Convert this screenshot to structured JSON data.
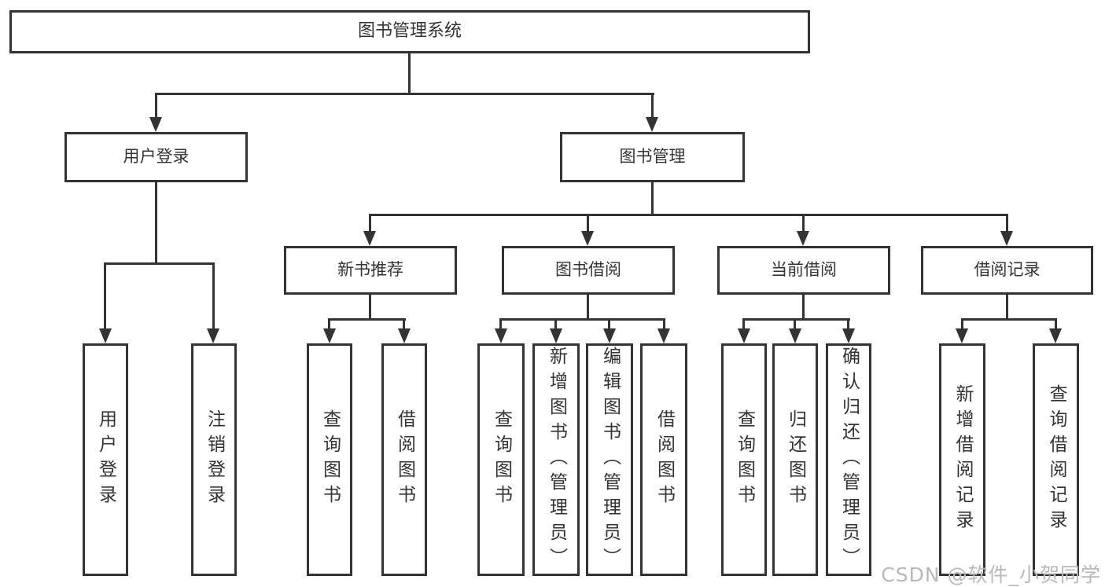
{
  "tree": {
    "label": "图书管理系统",
    "children": [
      {
        "label": "用户登录",
        "children": [
          {
            "label": "用户登录"
          },
          {
            "label": "注销登录"
          }
        ]
      },
      {
        "label": "图书管理",
        "children": [
          {
            "label": "新书推荐",
            "children": [
              {
                "label": "查询图书"
              },
              {
                "label": "借阅图书"
              }
            ]
          },
          {
            "label": "图书借阅",
            "children": [
              {
                "label": "查询图书"
              },
              {
                "label": "新增图书（管理员）"
              },
              {
                "label": "编辑图书（管理员）"
              },
              {
                "label": "借阅图书"
              }
            ]
          },
          {
            "label": "当前借阅",
            "children": [
              {
                "label": "查询图书"
              },
              {
                "label": "归还图书"
              },
              {
                "label": "确认归还（管理员）"
              }
            ]
          },
          {
            "label": "借阅记录",
            "children": [
              {
                "label": "新增借阅记录"
              },
              {
                "label": "查询借阅记录"
              }
            ]
          }
        ]
      }
    ]
  },
  "watermark": "CSDN @软件_小贺同学",
  "colors": {
    "line": "#333333",
    "text": "#333333",
    "background": "#ffffff",
    "watermark": "#b9b9b9"
  }
}
